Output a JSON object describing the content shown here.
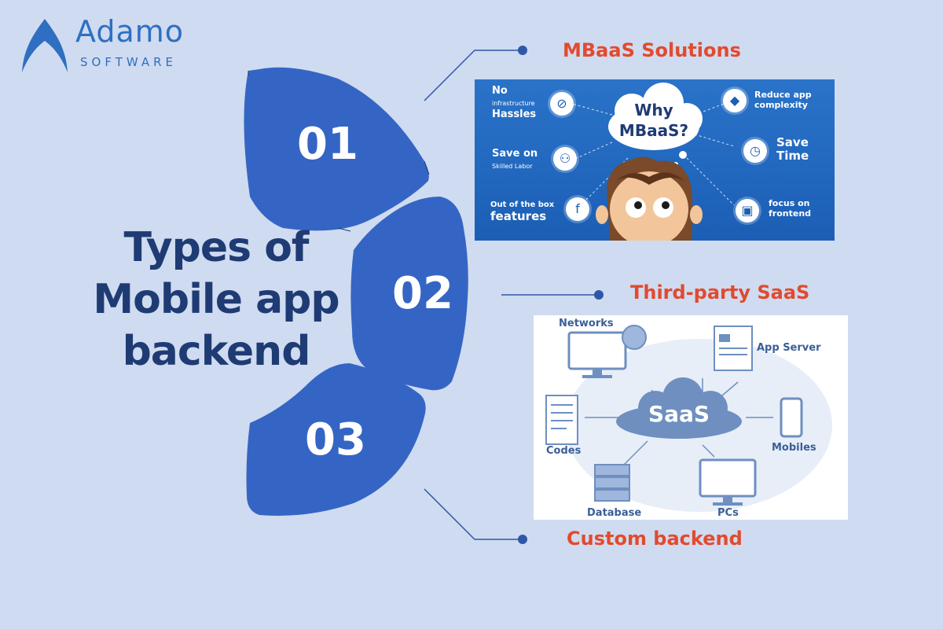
{
  "brand": {
    "name": "Adamo",
    "sub": "SOFTWARE",
    "color": "#2f6fc2"
  },
  "title": {
    "line1": "Types of",
    "line2": "Mobile app",
    "line3": "backend"
  },
  "segments": [
    {
      "number": "01",
      "label": "MBaaS Solutions"
    },
    {
      "number": "02",
      "label": "Third-party SaaS"
    },
    {
      "number": "03",
      "label": "Custom backend"
    }
  ],
  "mbaas_image": {
    "center_line1": "Why",
    "center_line2": "MBaaS?",
    "items": [
      {
        "line1": "No",
        "small": "infrastructure",
        "line2": "Hassles",
        "icon": "no-infrastructure-icon"
      },
      {
        "line1": "Save on",
        "small": "Skilled Labor",
        "icon": "people-icon"
      },
      {
        "line1": "Out of the box",
        "line2": "features",
        "icon": "social-features-icon"
      },
      {
        "line1": "Reduce app",
        "line2": "complexity",
        "icon": "cubes-icon"
      },
      {
        "line1": "Save",
        "line2": "Time",
        "icon": "clock-icon"
      },
      {
        "line1": "focus on",
        "line2": "frontend",
        "icon": "monitor-icon"
      }
    ]
  },
  "saas_image": {
    "center": "SaaS",
    "nodes": [
      "Networks",
      "App Server",
      "Codes",
      "Mobiles",
      "Database",
      "PCs"
    ]
  },
  "colors": {
    "background": "#cfdbf0",
    "segment": "#3565c4",
    "title": "#1f3b74",
    "accent": "#e24a2e",
    "connector": "#2f57a8"
  }
}
